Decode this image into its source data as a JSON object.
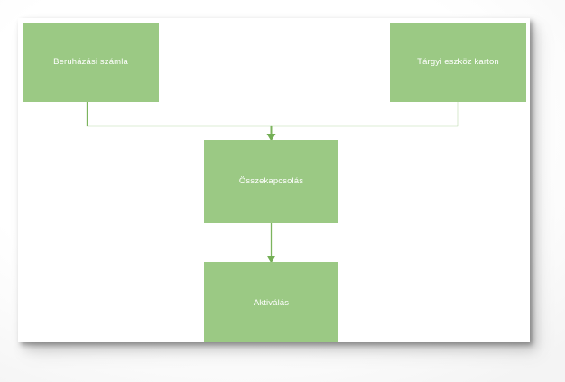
{
  "diagram": {
    "type": "flowchart",
    "title": "",
    "language": "hu",
    "colors": {
      "node_fill": "#9bc984",
      "node_text": "#ffffff",
      "connector": "#7cb45e",
      "panel_background": "#ffffff",
      "canvas_background": "#fbfbfb"
    },
    "nodes": [
      {
        "id": "invoice",
        "label": "Beruházási számla",
        "shape": "rectangle",
        "position": "top-left"
      },
      {
        "id": "assetcard",
        "label": "Tárgyi eszköz karton",
        "shape": "rectangle",
        "position": "top-right"
      },
      {
        "id": "link",
        "label": "Összekapcsolás",
        "shape": "rectangle",
        "position": "middle-center"
      },
      {
        "id": "activate",
        "label": "Aktiválás",
        "shape": "rectangle",
        "position": "bottom-center"
      }
    ],
    "edges": [
      {
        "id": "edge-invoice-link",
        "from": "invoice",
        "to": "link",
        "label": "",
        "style": "elbow-arrow"
      },
      {
        "id": "edge-assetcard-link",
        "from": "assetcard",
        "to": "link",
        "label": "",
        "style": "elbow-arrow"
      },
      {
        "id": "edge-link-activate",
        "from": "link",
        "to": "activate",
        "label": "",
        "style": "straight-arrow"
      }
    ]
  }
}
